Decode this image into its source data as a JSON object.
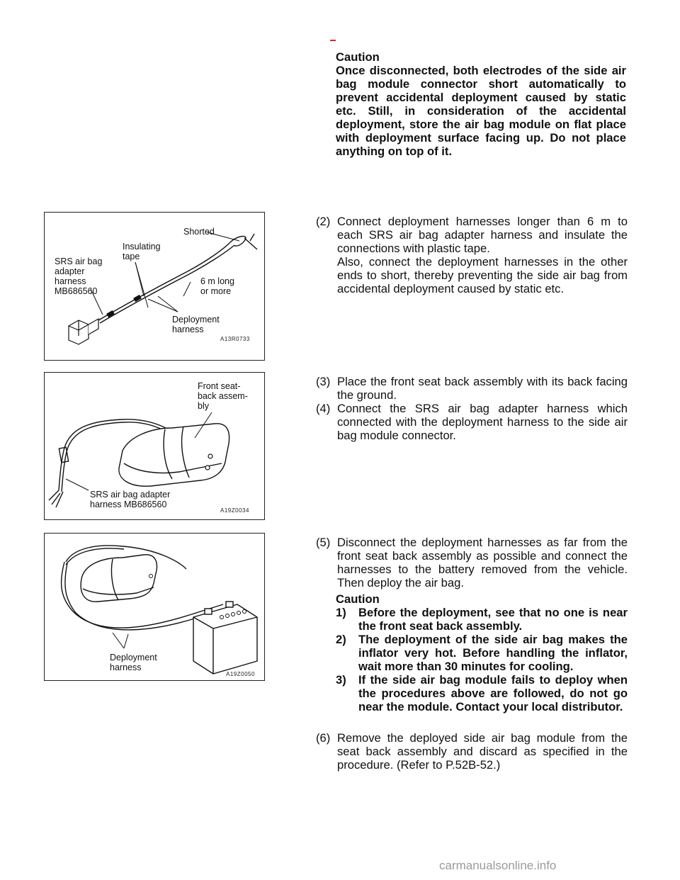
{
  "caution1": {
    "title": "Caution",
    "text": "Once disconnected, both electrodes of the side air bag module connector short automatically to prevent accidental deployment caused by static etc. Still, in consideration of the accidental deployment, store the air bag module on flat place with deployment surface facing up. Do not place anything on top of it."
  },
  "steps": {
    "s2": {
      "num": "(2)",
      "text1": "Connect deployment harnesses longer than 6 m to each SRS air bag adapter harness and insulate the connections with plastic tape.",
      "text2": "Also, connect the deployment harnesses in the other ends to short, thereby preventing the side air bag from accidental deployment caused by static etc."
    },
    "s3": {
      "num": "(3)",
      "text": "Place the front seat back assembly with its back facing the ground."
    },
    "s4": {
      "num": "(4)",
      "text": "Connect the SRS air bag adapter harness which connected with the deployment harness to the side air bag module connector."
    },
    "s5": {
      "num": "(5)",
      "text": "Disconnect the deployment harnesses as far from the front seat back assembly as possible and connect the harnesses to the battery removed from the vehicle. Then deploy the air bag."
    },
    "s6": {
      "num": "(6)",
      "text": "Remove the deployed side air bag module from the seat back assembly and discard as specified in the procedure.   (Refer to P.52B-52.)"
    }
  },
  "caution2": {
    "title": "Caution",
    "items": [
      {
        "n": "1)",
        "t": "Before the deployment, see that no one is near the front seat back assembly."
      },
      {
        "n": "2)",
        "t": "The deployment of the side air bag makes the inflator very hot. Before handling the inflator, wait more than 30 minutes for cooling."
      },
      {
        "n": "3)",
        "t": "If the side air bag module fails to deploy when the procedures above are followed, do not go near the module. Contact your local distributor."
      }
    ]
  },
  "fig1": {
    "shorted": "Shorted",
    "insulating": "Insulating\ntape",
    "srs": "SRS air bag\nadapter\nharness\nMB686560",
    "length": "6 m long\nor more",
    "deployment": "Deployment\nharness",
    "code": "A13R0733"
  },
  "fig2": {
    "seat": "Front seat-\nback assem-\nbly",
    "srs": "SRS air bag adapter\nharness MB686560",
    "code": "A19Z0034"
  },
  "fig3": {
    "deployment": "Deployment\nharness",
    "code": "A19Z0050"
  },
  "watermark": "carmanualsonline.info"
}
